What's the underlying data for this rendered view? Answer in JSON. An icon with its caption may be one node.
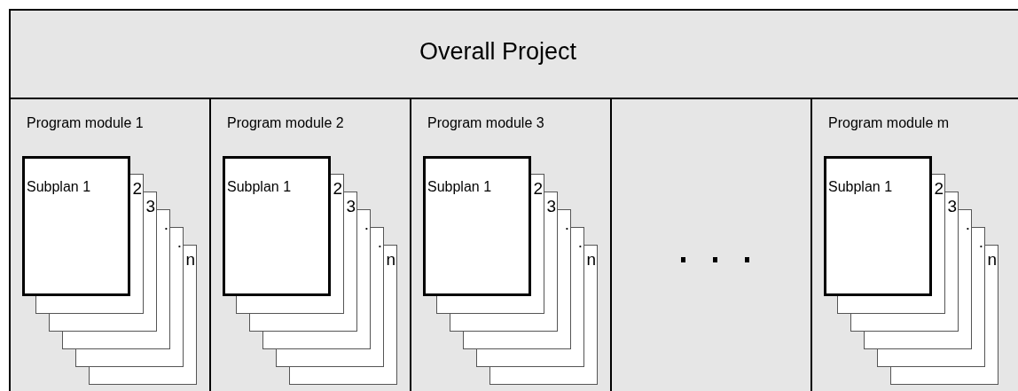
{
  "diagram": {
    "nodes": [
      {
        "text": [
          "Overall Project"
        ]
      },
      {
        "text": [
          "Program module 1"
        ],
        "in": 0
      },
      {
        "text": [
          "Subplan 1"
        ],
        "in": 1
      },
      {
        "text": [
          "2"
        ],
        "in": 1
      },
      {
        "text": [
          "3"
        ],
        "in": 1
      },
      {
        "text": [
          "."
        ],
        "in": 1
      },
      {
        "text": [
          "."
        ],
        "in": 1
      },
      {
        "text": [
          "n"
        ],
        "in": 1
      },
      {
        "text": [
          "Program module 2"
        ],
        "in": 0
      },
      {
        "text": [
          "Subplan 1"
        ],
        "in": 8
      },
      {
        "text": [
          "2"
        ],
        "in": 8
      },
      {
        "text": [
          "3"
        ],
        "in": 8
      },
      {
        "text": [
          "."
        ],
        "in": 8
      },
      {
        "text": [
          "."
        ],
        "in": 8
      },
      {
        "text": [
          "n"
        ],
        "in": 8
      },
      {
        "text": [
          "Program module 3"
        ],
        "in": 0
      },
      {
        "text": [
          "Subplan 1"
        ],
        "in": 15
      },
      {
        "text": [
          "2"
        ],
        "in": 15
      },
      {
        "text": [
          "3"
        ],
        "in": 15
      },
      {
        "text": [
          "."
        ],
        "in": 15
      },
      {
        "text": [
          "."
        ],
        "in": 15
      },
      {
        "text": [
          "n"
        ],
        "in": 15
      },
      {
        "text": [],
        "shape": "box",
        "in": 0
      },
      {
        "text": [
          "Program module m"
        ],
        "in": 0
      },
      {
        "text": [
          "Subplan 1"
        ],
        "in": 23
      },
      {
        "text": [
          "2"
        ],
        "in": 23
      },
      {
        "text": [
          "3"
        ],
        "in": 23
      },
      {
        "text": [
          "."
        ],
        "in": 23
      },
      {
        "text": [
          "."
        ],
        "in": 23
      },
      {
        "text": [
          "n"
        ],
        "in": 23
      }
    ]
  }
}
